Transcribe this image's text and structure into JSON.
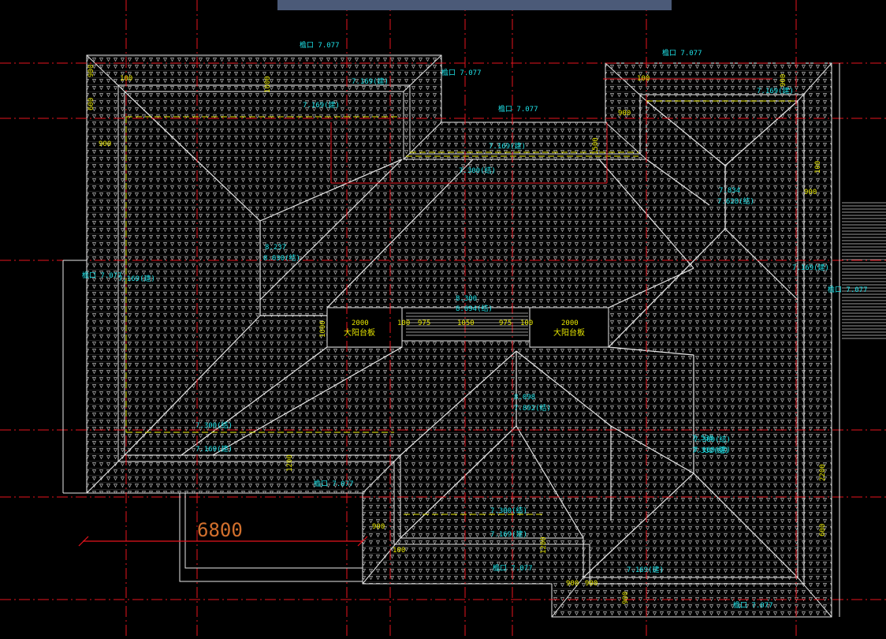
{
  "toolbar": {
    "banner_text": ""
  },
  "drawing": {
    "eave_labels": [
      "檐口 7.077",
      "檐口 7.077",
      "檐口 7.077",
      "檐口 7.077",
      "檐口 7.077",
      "檐口 7.077",
      "檐口 7.077",
      "檐口 7.077",
      "檐口 7.077"
    ],
    "gutter_labels": [
      "7.169(建)",
      "7.169(建)",
      "7.169(建)",
      "7.169(建)",
      "7.169(建)",
      "7.169(建)",
      "7.169(建)",
      "7.169(建)",
      "7.169(建)",
      "7.169(建)"
    ],
    "beam_labels": [
      "7.300(结)",
      "7.300(结)",
      "7.300(结)",
      "7.300(结)"
    ],
    "ridge_labels": {
      "left_a": "8.237",
      "left_b": "8.030(结)",
      "right_a": "7.834",
      "right_b": "7.628(结)",
      "mid_a": "8.098",
      "mid_b": "7.892(结)",
      "low_a": "7.538",
      "low_b": "7.332(结)",
      "top_a": "8.300",
      "top_b": "8.094(结)"
    },
    "dims": {
      "d900": "900",
      "d100": "100",
      "d600": "600",
      "d1000": "1000",
      "d1050": "1050",
      "d975": "975",
      "d2000": "2000",
      "d1200": "1200",
      "d2200": "2200",
      "d6800": "6800",
      "d1500": "1500"
    },
    "slab_label": "大阳台板",
    "colors": {
      "roof": "#b9b9b9",
      "cyan": "#1ee0e6",
      "yellow": "#e6e600",
      "red": "#e6141e",
      "orange": "#d2702d",
      "white": "#e8e8e8"
    }
  }
}
